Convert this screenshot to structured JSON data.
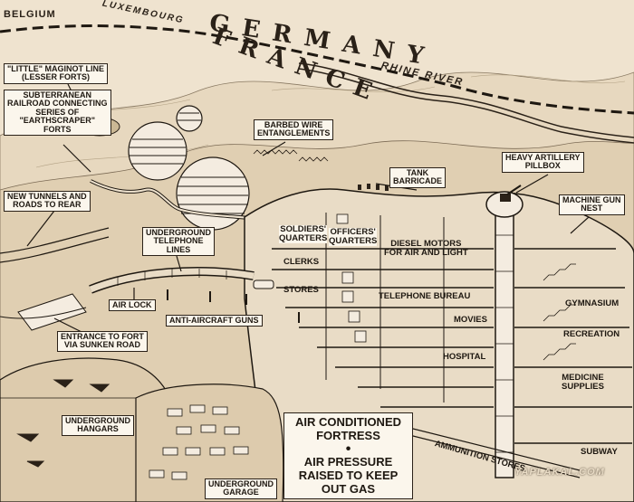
{
  "map": {
    "belgium": "BELGIUM",
    "luxembourg": "LUXEMBOURG",
    "germany": "GERMANY",
    "france": "FRANCE",
    "rhine_river": "RHINE RIVER"
  },
  "labels": {
    "little_maginot_line": [
      "\"LITTLE\" MAGINOT LINE",
      "(LESSER FORTS)"
    ],
    "subterranean_railroad": [
      "SUBTERRANEAN",
      "RAILROAD CONNECTING",
      "SERIES OF",
      "\"EARTHSCRAPER\"",
      "FORTS"
    ],
    "barbed_wire": [
      "BARBED WIRE",
      "ENTANGLEMENTS"
    ],
    "tank_barricade": [
      "TANK",
      "BARRICADE"
    ],
    "heavy_artillery": [
      "HEAVY ARTILLERY",
      "PILLBOX"
    ],
    "machine_gun_nest": [
      "MACHINE GUN",
      "NEST"
    ],
    "new_tunnels": [
      "NEW TUNNELS AND",
      "ROADS TO REAR"
    ],
    "underground_telephone": [
      "UNDERGROUND",
      "TELEPHONE",
      "LINES"
    ],
    "air_lock": "AIR LOCK",
    "anti_aircraft": "ANTI-AIRCRAFT GUNS",
    "entrance": [
      "ENTRANCE TO FORT",
      "VIA SUNKEN ROAD"
    ],
    "hangars": [
      "UNDERGROUND",
      "HANGARS"
    ],
    "garage": [
      "UNDERGROUND",
      "GARAGE"
    ]
  },
  "floors": {
    "soldiers": [
      "SOLDIERS'",
      "QUARTERS"
    ],
    "officers": [
      "OFFICERS'",
      "QUARTERS"
    ],
    "diesel": [
      "DIESEL MOTORS",
      "FOR AIR AND LIGHT"
    ],
    "clerks": "CLERKS",
    "stores": "STORES",
    "telephone_bureau": "TELEPHONE BUREAU",
    "movies": "MOVIES",
    "hospital": "HOSPITAL",
    "gymnasium": "GYMNASIUM",
    "recreation": "RECREATION",
    "medicine": [
      "MEDICINE",
      "SUPPLIES"
    ],
    "subway": "SUBWAY",
    "ammunition": "AMMUNITION STORES"
  },
  "callout": {
    "line1": "AIR CONDITIONED",
    "line2": "FORTRESS",
    "bullet": "•",
    "line3": "AIR PRESSURE",
    "line4": "RAISED TO KEEP",
    "line5": "OUT GAS"
  },
  "watermark": "YAPLAKAL.COM"
}
